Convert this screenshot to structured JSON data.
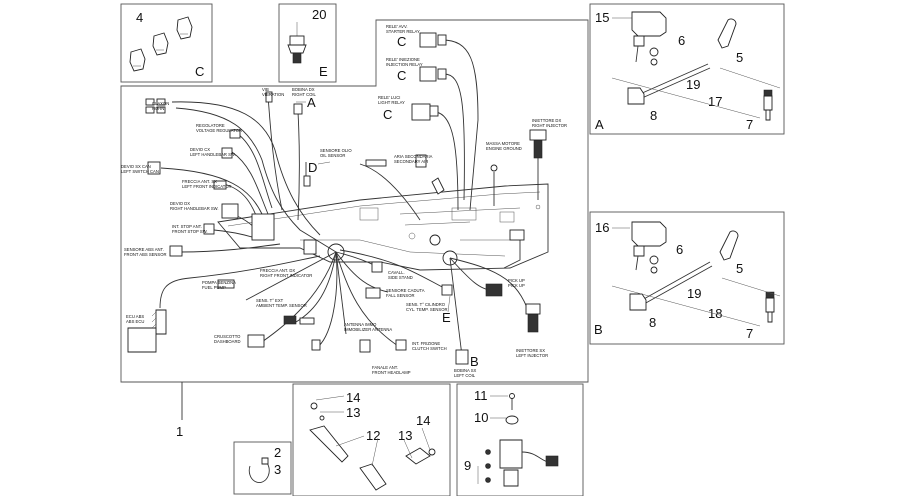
{
  "callouts": {
    "c4": "4",
    "c20": "20",
    "c15": "15",
    "c6a": "6",
    "c5a": "5",
    "c19a": "19",
    "c17": "17",
    "c8a": "8",
    "c7a": "7",
    "c16": "16",
    "c6b": "6",
    "c5b": "5",
    "c19b": "19",
    "c18": "18",
    "c8b": "8",
    "c7b": "7",
    "c1": "1",
    "c2": "2",
    "c3": "3",
    "c14a": "14",
    "c13a": "13",
    "c12": "12",
    "c13b": "13",
    "c14b": "14",
    "c11": "11",
    "c10": "10",
    "c9": "9"
  },
  "letters": {
    "box4": "C",
    "box20": "E",
    "boxA": "A",
    "boxB": "B",
    "harnessA": "A",
    "harnessB": "B",
    "harnessD": "D",
    "harnessE": "E",
    "relayC1": "C",
    "relayC2": "C",
    "relayC3": "C"
  },
  "harness_labels": {
    "claxon": "CLAXON",
    "claxon_sub": "HORN",
    "regolatore": "REGOLATORE",
    "regolatore_sub": "VOLTAGE REGULATOR",
    "devio_cx": "DEVIO CX",
    "devio_cx_sub": "LEFT HANDLEBAR SW.",
    "devio_sx_can": "DEVIO SX CAN",
    "devio_sx_can_sub": "LEFT SWITCH CAN",
    "freccia_ant_sx": "FRECCIA ANT. SX",
    "freccia_ant_sx_sub": "LEFT FRONT INDICATOR",
    "devio_dx": "DEVIO DX",
    "devio_dx_sub": "RIGHT HANDLEBAR SW.",
    "int_stop_ant": "INT. STOP ANT.",
    "int_stop_ant_sub": "FRONT STOP SW.",
    "sensore_abs_ant": "SENSORE ABS ANT.",
    "sensore_abs_ant_sub": "FRONT ABS SENSOR",
    "pompa_benzina": "POMPA BENZINA",
    "pompa_benzina_sub": "FUEL PUMP",
    "ecu_abs": "ECU ABS",
    "ecu_abs_sub": "ABS ECU",
    "cruscotto": "CRUSCOTTO",
    "cruscotto_sub": "DASHBOARD",
    "freccia_ant_dx": "FRECCIA ANT. DX",
    "freccia_ant_dx_sub": "RIGHT FRONT INDICATOR",
    "sens_t_ext": "SENS. T° EXT",
    "sens_t_ext_sub": "AMBIENT TEMP. SENSOR",
    "antenna_immo": "ANTENNA IMMO",
    "antenna_immo_sub": "IMMOBILIZER ANTENNA",
    "fanale_ant": "FANALE ANT.",
    "fanale_ant_sub": "FRONT HEADLAMP",
    "int_frizione": "INT. FRIZIONE",
    "int_frizione_sub": "CLUTCH SWITCH",
    "cavalletto": "CAVALL.",
    "cavalletto_sub": "SIDE STAND",
    "sensore_caduta": "SENSORE CADUTA",
    "sensore_caduta_sub": "FALL SENSOR",
    "sens_t_cilindro": "SENS. T° CILINDRO",
    "sens_t_cilindro_sub": "CYL. TEMP. SENSOR",
    "pick_up": "PICK UP",
    "pick_up_sub": "PICK UP",
    "iniettore_sx": "INIETTORE SX",
    "iniettore_sx_sub": "LEFT INJECTOR",
    "iniettore_dx": "INIETTORE DX",
    "iniettore_dx_sub": "RIGHT INJECTOR",
    "massa_motore": "MASSA MOTORE",
    "massa_motore_sub": "ENGINE GROUND",
    "aria_secondaria": "ARIA SECONDARIA",
    "aria_secondaria_sub": "SECONDARY AIR",
    "sensore_olio": "SENSORE OLIO",
    "sensore_olio_sub": "OIL SENSOR",
    "vib": "VIB",
    "vib_sub": "VIBRATION",
    "bobina_dx": "BOBINA DX",
    "bobina_dx_sub": "RIGHT COIL",
    "bobina_sx": "BOBINA SX",
    "bobina_sx_sub": "LEFT COIL",
    "rele_avv": "RELE' AVV.",
    "rele_avv_sub": "STARTER RELAY",
    "rele_iniezione": "RELE' INIEZIONE",
    "rele_iniezione_sub": "INJECTION RELAY",
    "rele_luci": "RELE' LUCI",
    "rele_luci_sub": "LIGHT RELAY"
  }
}
